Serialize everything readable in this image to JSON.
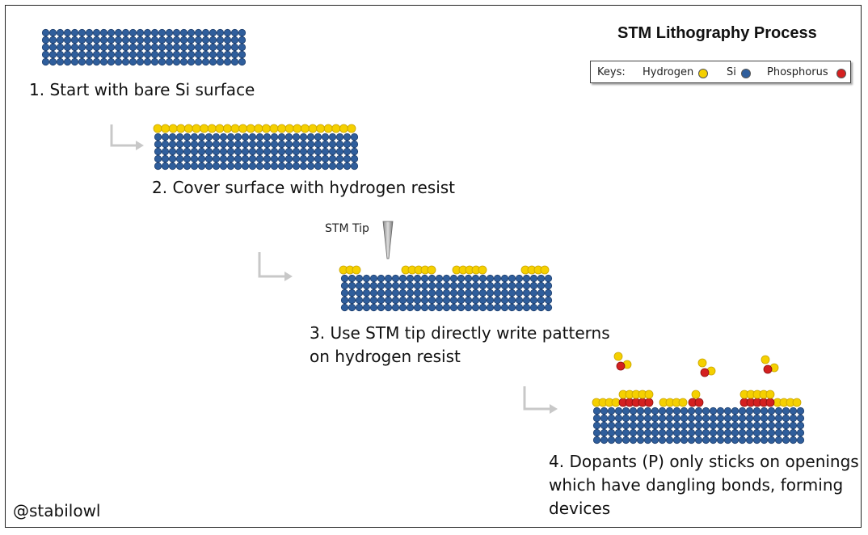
{
  "title": "STM Lithography Process",
  "keys": {
    "label": "Keys:",
    "items": [
      {
        "label": "Hydrogen",
        "color": "#f5d000"
      },
      {
        "label": "Si",
        "color": "#2f5e9c"
      },
      {
        "label": "Phosphorus",
        "color": "#d42020"
      }
    ]
  },
  "steps": [
    {
      "lines": [
        "1. Start with bare Si surface"
      ]
    },
    {
      "lines": [
        "2. Cover surface with hydrogen resist"
      ]
    },
    {
      "lines": [
        "3. Use STM tip directly write patterns",
        "on hydrogen resist"
      ]
    },
    {
      "lines": [
        "4. Dopants (P) only sticks on openings",
        "which have dangling bonds, forming",
        "devices"
      ]
    }
  ],
  "stm_tip_label": "STM Tip",
  "credit": "@stabilowl",
  "colors": {
    "silicon": "#2f5e9c",
    "hydrogen": "#f5d000",
    "phosphorus": "#d42020",
    "arrow": "#c8c8c8"
  }
}
